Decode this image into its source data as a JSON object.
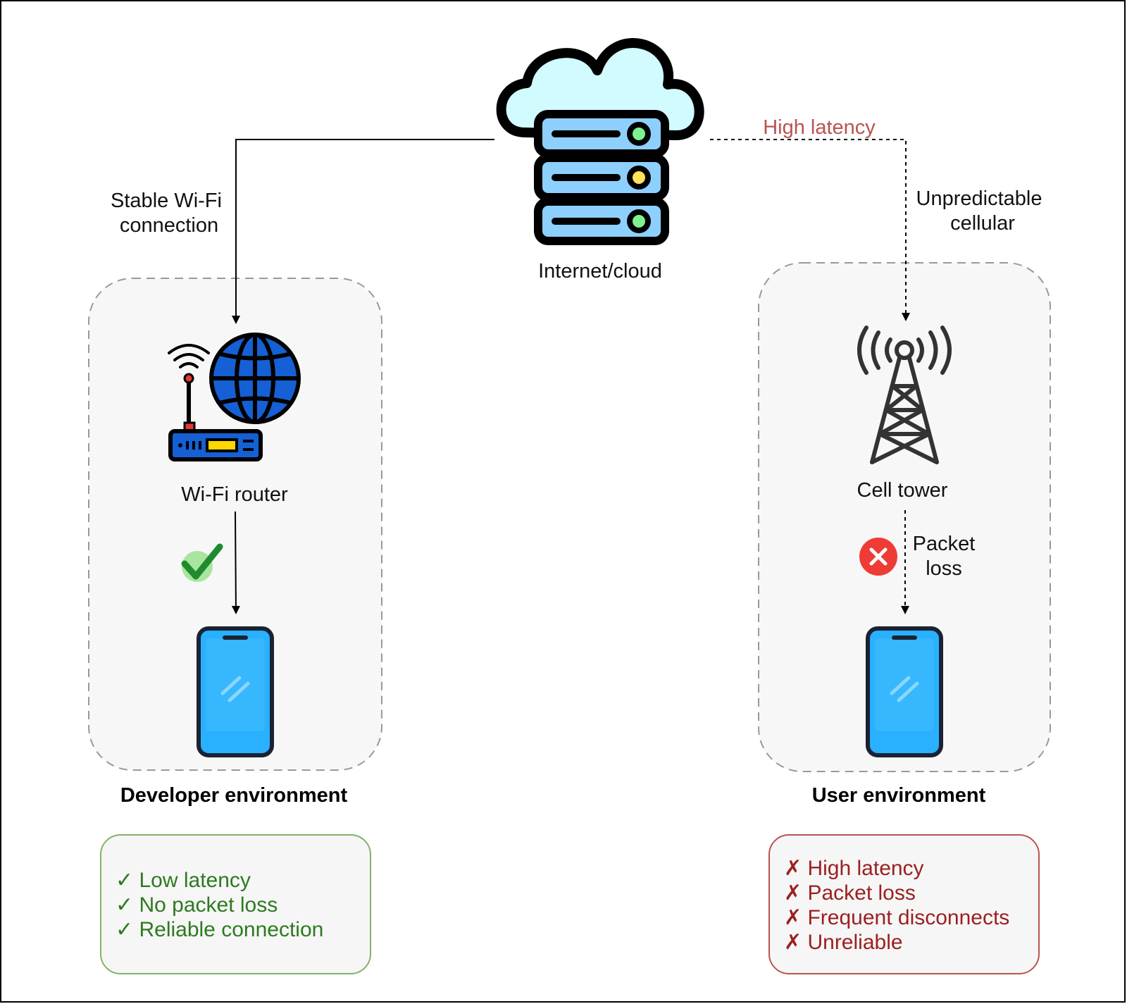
{
  "colors": {
    "good": "#2d7a1f",
    "bad": "#9c2020",
    "latency_label": "#b85450",
    "phone_blue": "#29b0ff",
    "panel_fill": "#f7f7f7"
  },
  "cloud": {
    "label": "Internet/cloud",
    "icon": "cloud-server-icon"
  },
  "links": {
    "wifi_label_line1": "Stable Wi-Fi",
    "wifi_label_line2": "connection",
    "latency_label": "High latency",
    "cellular_label_line1": "Unpredictable",
    "cellular_label_line2": "cellular",
    "packet_loss_line1": "Packet",
    "packet_loss_line2": "loss"
  },
  "developer": {
    "title": "Developer environment",
    "router_label": "Wi-Fi router",
    "router_icon": "wifi-router-icon",
    "phone_icon": "smartphone-icon",
    "status_icon": "checkmark-icon",
    "benefits": [
      "✓ Low latency",
      "✓ No packet loss",
      "✓ Reliable connection"
    ]
  },
  "user": {
    "title": "User environment",
    "tower_label": "Cell tower",
    "tower_icon": "cell-tower-icon",
    "phone_icon": "smartphone-icon",
    "status_icon": "error-x-icon",
    "issues": [
      "✗ High latency",
      "✗ Packet loss",
      "✗ Frequent disconnects",
      "✗ Unreliable"
    ]
  }
}
